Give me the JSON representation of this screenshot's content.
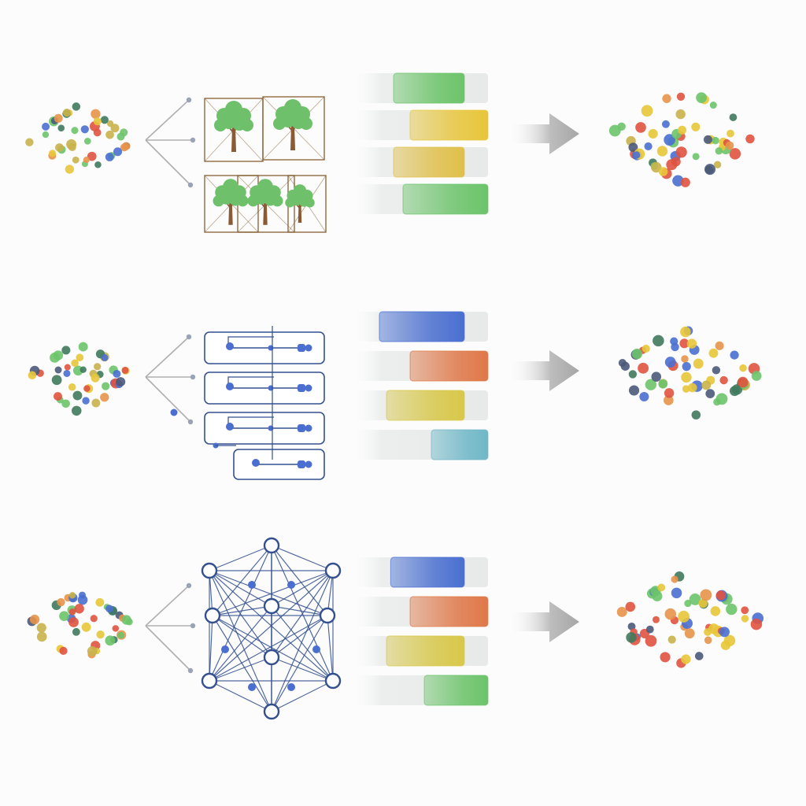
{
  "palette": {
    "blue": "#4a6fd0",
    "red": "#e0533f",
    "yellow": "#e8c63a",
    "green": "#6cc46a",
    "olive": "#c9b24a",
    "dark_green": "#3f7a5e",
    "orange": "#e8944a",
    "slate": "#4b5a7a",
    "navy": "#34508f",
    "tree_trunk": "#8a5a34",
    "tree_leaf": "#6fc06a",
    "frame_brown": "#8e6a3f",
    "connector_gray": "#b0b0b0",
    "arrow_gray": "#a6a6a6"
  },
  "rows": [
    {
      "model_type": "tree-ensemble",
      "model_icon": "decision-tree-icon",
      "bars": [
        {
          "color": "#6cc46a",
          "fill": 0.5
        },
        {
          "color": "#e8c63a",
          "fill": 0.55
        },
        {
          "color": "#e0c04a",
          "fill": 0.5
        },
        {
          "color": "#6cc46a",
          "fill": 0.6
        }
      ]
    },
    {
      "model_type": "gradient-boosting-sequence",
      "model_icon": "sequential-pipeline-icon",
      "bars": [
        {
          "color": "#4a6fd0",
          "fill": 0.6
        },
        {
          "color": "#e07848",
          "fill": 0.55
        },
        {
          "color": "#d8c84a",
          "fill": 0.55
        },
        {
          "color": "#6fb8c8",
          "fill": 0.4
        }
      ]
    },
    {
      "model_type": "neural-network",
      "model_icon": "neural-network-icon",
      "bars": [
        {
          "color": "#4a6fd0",
          "fill": 0.52
        },
        {
          "color": "#e07848",
          "fill": 0.55
        },
        {
          "color": "#d8c84a",
          "fill": 0.55
        },
        {
          "color": "#6cc46a",
          "fill": 0.45
        }
      ]
    }
  ]
}
